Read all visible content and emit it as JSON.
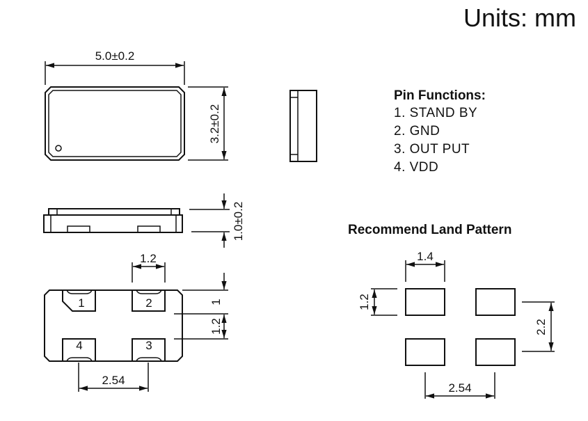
{
  "units": "Units: mm",
  "top_view": {
    "length": "5.0±0.2",
    "width": "3.2±0.2"
  },
  "side_view": {
    "height": "1.0±0.2"
  },
  "bottom_view": {
    "pad_width": "1.2",
    "edge_offset": "1",
    "pad_gap": "1.2",
    "pitch": "2.54",
    "pads": [
      "1",
      "2",
      "3",
      "4"
    ]
  },
  "pin_functions": {
    "title": "Pin Functions:",
    "items": [
      "1. STAND BY",
      "2. GND",
      "3. OUT PUT",
      "4. VDD"
    ]
  },
  "land_pattern": {
    "title": "Recommend Land Pattern",
    "pad_width": "1.4",
    "pad_height": "1.2",
    "row_pitch": "2.2",
    "col_pitch": "2.54"
  }
}
